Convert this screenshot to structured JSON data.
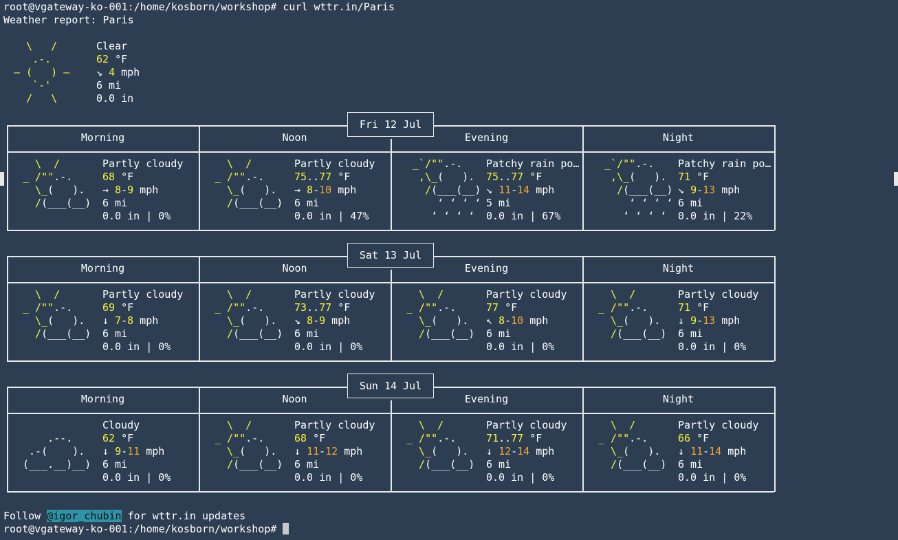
{
  "terminal": {
    "prompt": "root@vgateway-ko-001:/home/kosborn/workshop#",
    "command": "curl wttr.in/Paris",
    "report_title": "Weather report: Paris",
    "footer": {
      "prefix": "Follow ",
      "handle": "@igor_chubin",
      "suffix": " for wttr.in updates"
    }
  },
  "current": {
    "icon": "sun-icon",
    "art": [
      "  \\   /    ",
      "   .-.     ",
      "― (   ) ―  ",
      "   `-'     ",
      "  /   \\    "
    ],
    "condition": "Clear",
    "temp": "62",
    "temp_unit": "°F",
    "wind_dir": "↘",
    "wind": "4",
    "wind_unit": "mph",
    "visibility": "6 mi",
    "precip": "0.0 in"
  },
  "period_labels": [
    "Morning",
    "Noon",
    "Evening",
    "Night"
  ],
  "colors": {
    "background": "#2e3e52",
    "yellow": "#f5f53a",
    "orange": "#f2a731",
    "border": "#e8e8e8",
    "link_highlight": "#2e93a6"
  },
  "days": [
    {
      "date": "Fri 12 Jul",
      "periods": [
        {
          "icon": "partly-cloudy-icon",
          "condition": "Partly cloudy",
          "temp": "68",
          "temp_unit": "°F",
          "wind_dir": "→",
          "wind_lo": "8",
          "wind_hi": "9",
          "wind_unit": "mph",
          "visibility": "6 mi",
          "precip": "0.0 in | 0%"
        },
        {
          "icon": "partly-cloudy-icon",
          "condition": "Partly cloudy",
          "temp": "75..77",
          "temp_unit": "°F",
          "wind_dir": "→",
          "wind_lo": "8",
          "wind_hi": "10",
          "wind_unit": "mph",
          "visibility": "6 mi",
          "precip": "0.0 in | 47%"
        },
        {
          "icon": "rain-icon",
          "condition": "Patchy rain po…",
          "temp": "75..77",
          "temp_unit": "°F",
          "wind_dir": "↘",
          "wind_lo": "11",
          "wind_hi": "14",
          "wind_unit": "mph",
          "visibility": "5 mi",
          "precip": "0.0 in | 67%"
        },
        {
          "icon": "rain-icon",
          "condition": "Patchy rain po…",
          "temp": "71",
          "temp_unit": "°F",
          "wind_dir": "↘",
          "wind_lo": "9",
          "wind_hi": "13",
          "wind_unit": "mph",
          "visibility": "6 mi",
          "precip": "0.0 in | 22%"
        }
      ]
    },
    {
      "date": "Sat 13 Jul",
      "periods": [
        {
          "icon": "partly-cloudy-icon",
          "condition": "Partly cloudy",
          "temp": "69",
          "temp_unit": "°F",
          "wind_dir": "↓",
          "wind_lo": "7",
          "wind_hi": "8",
          "wind_unit": "mph",
          "visibility": "6 mi",
          "precip": "0.0 in | 0%"
        },
        {
          "icon": "partly-cloudy-icon",
          "condition": "Partly cloudy",
          "temp": "73..77",
          "temp_unit": "°F",
          "wind_dir": "↘",
          "wind_lo": "8",
          "wind_hi": "9",
          "wind_unit": "mph",
          "visibility": "6 mi",
          "precip": "0.0 in | 0%"
        },
        {
          "icon": "partly-cloudy-icon",
          "condition": "Partly cloudy",
          "temp": "77",
          "temp_unit": "°F",
          "wind_dir": "↖",
          "wind_lo": "8",
          "wind_hi": "10",
          "wind_unit": "mph",
          "visibility": "6 mi",
          "precip": "0.0 in | 0%"
        },
        {
          "icon": "partly-cloudy-icon",
          "condition": "Partly cloudy",
          "temp": "71",
          "temp_unit": "°F",
          "wind_dir": "↓",
          "wind_lo": "9",
          "wind_hi": "13",
          "wind_unit": "mph",
          "visibility": "6 mi",
          "precip": "0.0 in | 0%"
        }
      ]
    },
    {
      "date": "Sun 14 Jul",
      "periods": [
        {
          "icon": "cloudy-icon",
          "condition": "Cloudy",
          "temp": "62",
          "temp_unit": "°F",
          "wind_dir": "↓",
          "wind_lo": "9",
          "wind_hi": "11",
          "wind_unit": "mph",
          "visibility": "6 mi",
          "precip": "0.0 in | 0%"
        },
        {
          "icon": "partly-cloudy-icon",
          "condition": "Partly cloudy",
          "temp": "68",
          "temp_unit": "°F",
          "wind_dir": "↓",
          "wind_lo": "11",
          "wind_hi": "12",
          "wind_unit": "mph",
          "visibility": "6 mi",
          "precip": "0.0 in | 0%"
        },
        {
          "icon": "partly-cloudy-icon",
          "condition": "Partly cloudy",
          "temp": "71..77",
          "temp_unit": "°F",
          "wind_dir": "↓",
          "wind_lo": "12",
          "wind_hi": "14",
          "wind_unit": "mph",
          "visibility": "6 mi",
          "precip": "0.0 in | 0%"
        },
        {
          "icon": "partly-cloudy-icon",
          "condition": "Partly cloudy",
          "temp": "66",
          "temp_unit": "°F",
          "wind_dir": "↓",
          "wind_lo": "11",
          "wind_hi": "14",
          "wind_unit": "mph",
          "visibility": "6 mi",
          "precip": "0.0 in | 0%"
        }
      ]
    }
  ]
}
